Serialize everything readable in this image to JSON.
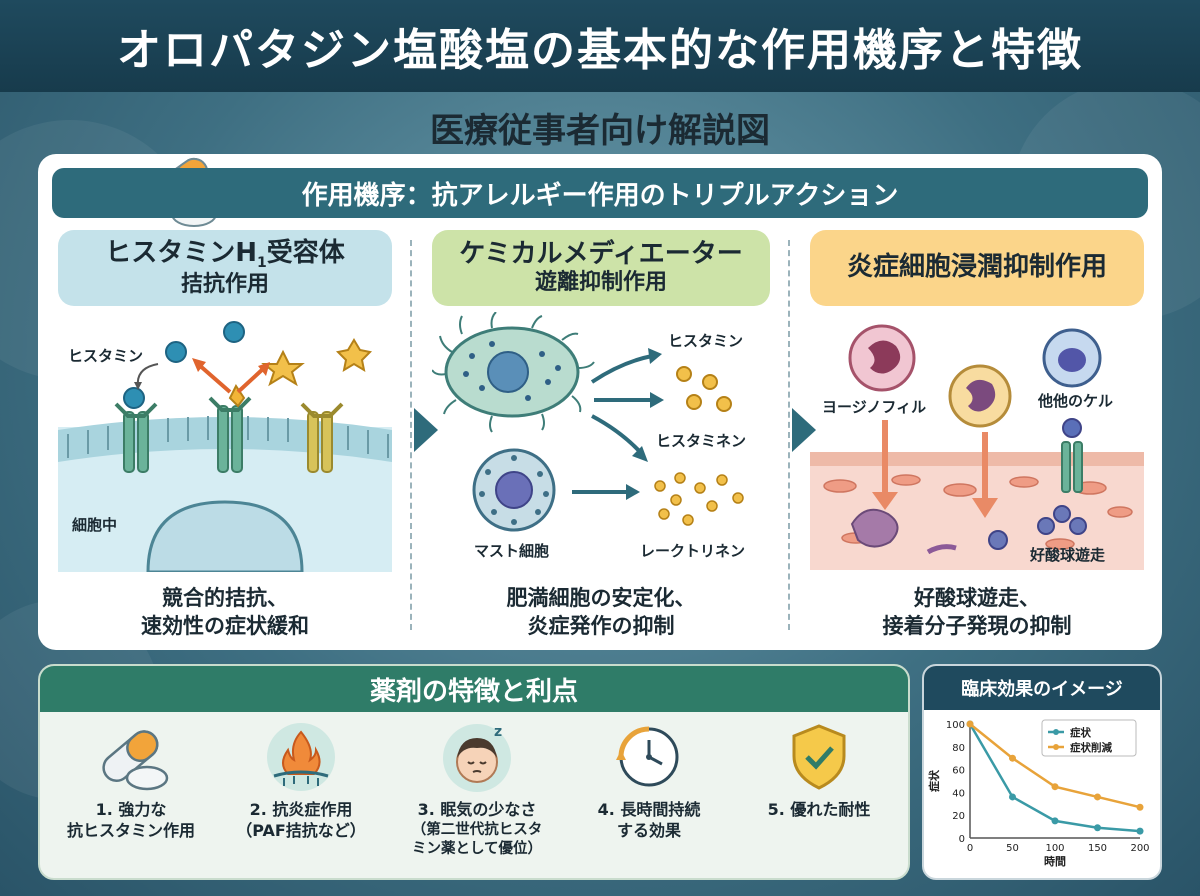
{
  "title": "オロパタジン塩酸塩の基本的な作用機序と特徴",
  "subtitle": "医療従事者向け解説図",
  "mechanism": {
    "header": "作用機序：抗アレルギー作用のトリプルアクション",
    "col1": {
      "head_line1": "ヒスタミンH",
      "head_sub": "1",
      "head_line1b": "受容体",
      "head_line2": "拮抗作用",
      "label_histamine": "ヒスタミン",
      "label_cell": "細胞中",
      "caption_line1": "競合的拮抗、",
      "caption_line2": "速効性の症状緩和"
    },
    "col2": {
      "head_line1": "ケミカルメディエーター",
      "head_line2": "遊離抑制作用",
      "label_histamine": "ヒスタミン",
      "label_histaminen": "ヒスタミネン",
      "label_mast": "マスト細胞",
      "label_leuko": "レークトリネン",
      "caption_line1": "肥満細胞の安定化、",
      "caption_line2": "炎症発作の抑制"
    },
    "col3": {
      "head_line1": "炎症細胞浸潤抑制作用",
      "label_eos": "ヨージノフィル",
      "label_other": "他他のケル",
      "label_migr": "好酸球遊走",
      "caption_line1": "好酸球遊走、",
      "caption_line2": "接着分子発現の抑制"
    }
  },
  "features": {
    "header": "薬剤の特徴と利点",
    "items": [
      {
        "line1": "1. 強力な",
        "line2": "抗ヒスタミン作用",
        "line3": "",
        "icon": "pill-icon"
      },
      {
        "line1": "2. 抗炎症作用",
        "line2": "（PAF拮抗など）",
        "line3": "",
        "icon": "flame-icon"
      },
      {
        "line1": "3. 眠気の少なさ",
        "line2": "（第二世代抗ヒスタ",
        "line3": "ミン薬として優位）",
        "icon": "sleepy-face-icon"
      },
      {
        "line1": "4. 長時間持続",
        "line2": "する効果",
        "line3": "",
        "icon": "clock-icon"
      },
      {
        "line1": "5. 優れた耐性",
        "line2": "",
        "line3": "",
        "icon": "shield-check-icon"
      }
    ]
  },
  "colors": {
    "teal": "#2e6b7b",
    "green": "#2f7c68",
    "symptom": "#3a9aa6",
    "reduction": "#e8a33a"
  },
  "chart_data": {
    "type": "line",
    "title": "臨床効果のイメージ",
    "xlabel": "時間",
    "ylabel": "症状",
    "x": [
      0,
      50,
      100,
      150,
      200
    ],
    "xticks": [
      0,
      50,
      100,
      150,
      200
    ],
    "yticks": [
      0,
      20,
      40,
      60,
      80,
      100
    ],
    "xlim": [
      0,
      200
    ],
    "ylim": [
      0,
      100
    ],
    "legend_position": "top-right",
    "series": [
      {
        "name": "症状",
        "values": [
          100,
          36,
          15,
          9,
          6
        ],
        "color": "#3a9aa6"
      },
      {
        "name": "症状削減",
        "values": [
          100,
          70,
          45,
          36,
          27
        ],
        "color": "#e8a33a"
      }
    ]
  }
}
